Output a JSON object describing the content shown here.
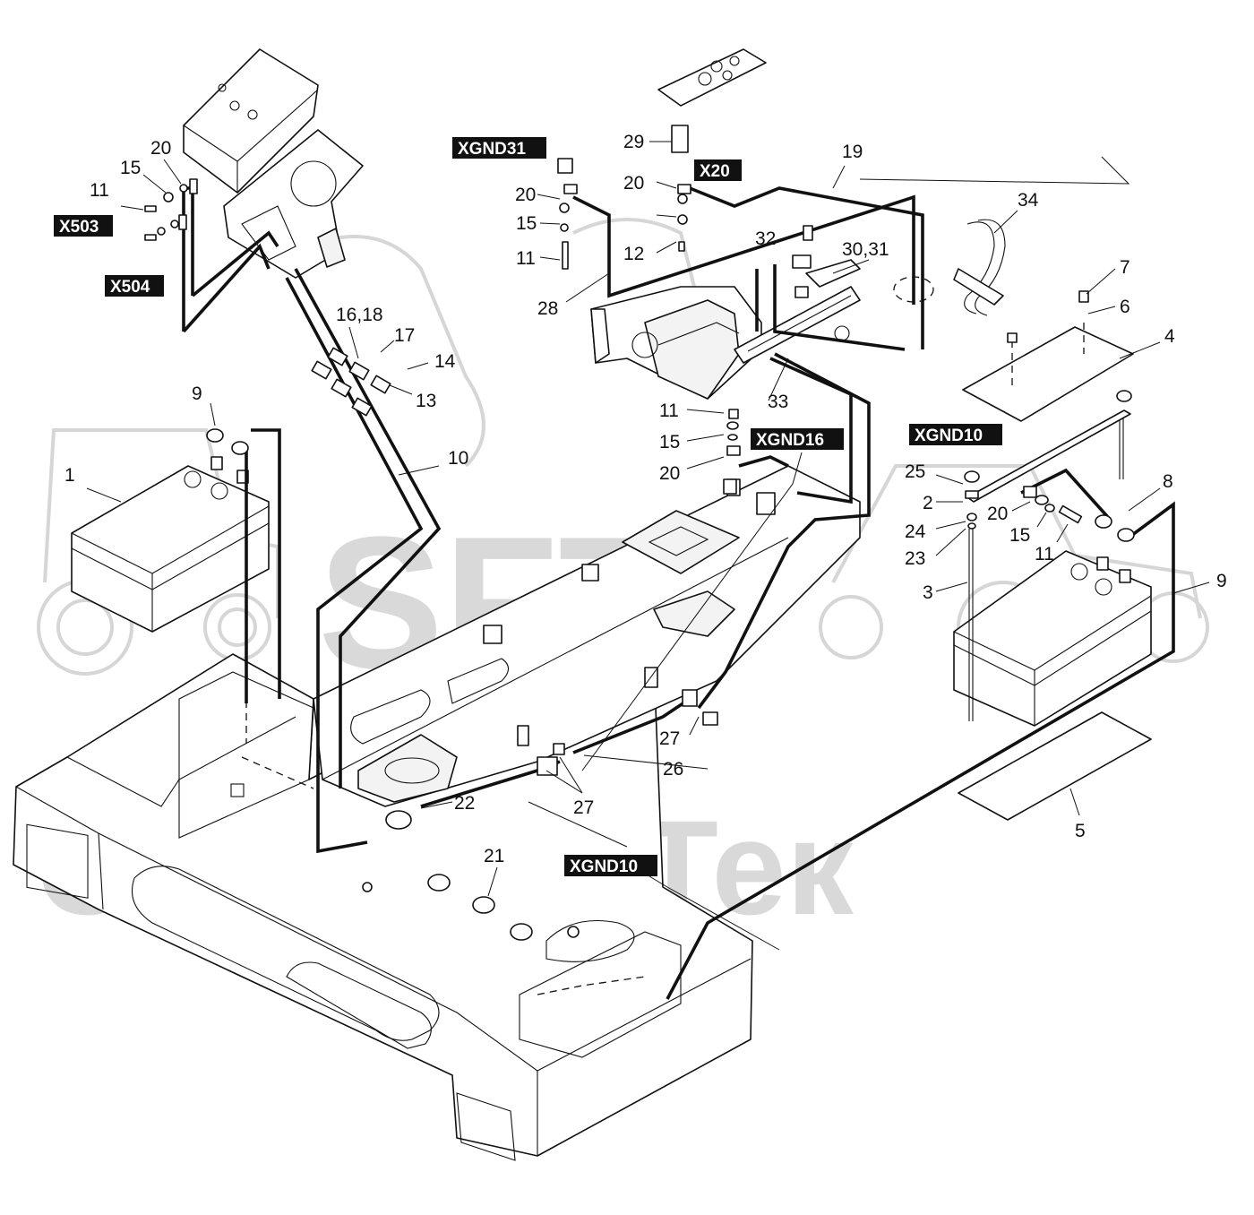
{
  "watermark": {
    "logo": "SFT",
    "text": "СкайФорТек"
  },
  "connector_tags": [
    "X503",
    "X504",
    "XGND31",
    "X20",
    "XGND16",
    "XGND10",
    "XGND10"
  ],
  "callouts": [
    "1",
    "2",
    "3",
    "4",
    "5",
    "6",
    "7",
    "8",
    "9",
    "9",
    "10",
    "11",
    "11",
    "11",
    "11",
    "12",
    "13",
    "14",
    "15",
    "15",
    "15",
    "15",
    "16,18",
    "17",
    "19",
    "20",
    "20",
    "20",
    "20",
    "20",
    "21",
    "22",
    "23",
    "24",
    "25",
    "26",
    "27",
    "27",
    "28",
    "29",
    "30,31",
    "32",
    "33",
    "34"
  ],
  "colors": {
    "line": "#111111",
    "tag_bg": "#111111",
    "tag_text": "#ffffff",
    "watermark": "#d9d9d9"
  }
}
